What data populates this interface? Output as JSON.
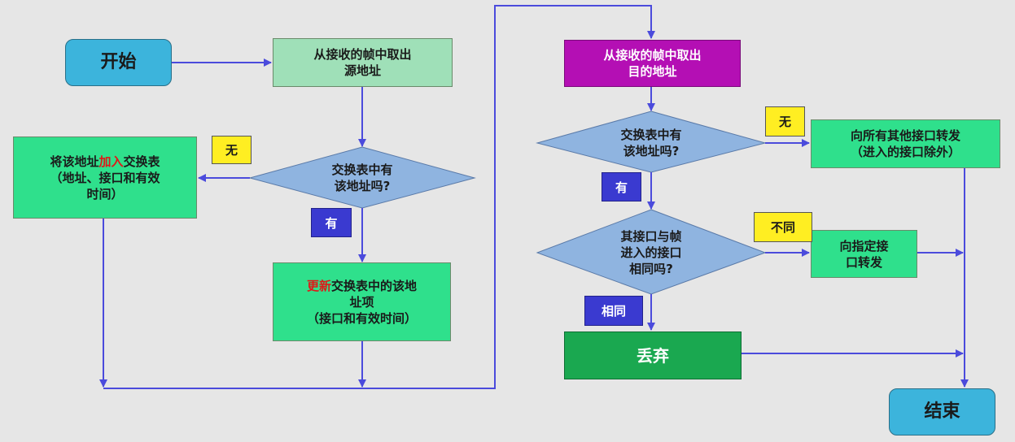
{
  "nodes": {
    "start": "开始",
    "extract_src": [
      "从接收的帧中取出",
      "源地址"
    ],
    "q_has_src": [
      "交换表中有",
      "该地址吗?"
    ],
    "add_entry": {
      "pre": "将该地址",
      "hl": "加入",
      "post": "交换表",
      "l2": "（地址、接口和有效",
      "l3": "时间）"
    },
    "update_entry": {
      "hl": "更新",
      "post": "交换表中的该地",
      "l2": "址项",
      "l3": "（接口和有效时间）"
    },
    "extract_dst": [
      "从接收的帧中取出",
      "目的地址"
    ],
    "q_has_dst": [
      "交换表中有",
      "该地址吗?"
    ],
    "q_same_iface": [
      "其接口与帧",
      "进入的接口",
      "相同吗?"
    ],
    "flood": [
      "向所有其他接口转发",
      "（进入的接口除外）"
    ],
    "forward": [
      "向指定接",
      "口转发"
    ],
    "discard": "丢弃",
    "end": "结束"
  },
  "labels": {
    "no_1": "无",
    "yes_1": "有",
    "no_2": "无",
    "yes_2": "有",
    "different": "不同",
    "same": "相同"
  },
  "colors": {
    "arrow": "#4b4bdc",
    "diamond_fill": "#8fb4e0",
    "diamond_stroke": "#5a7aa8"
  }
}
